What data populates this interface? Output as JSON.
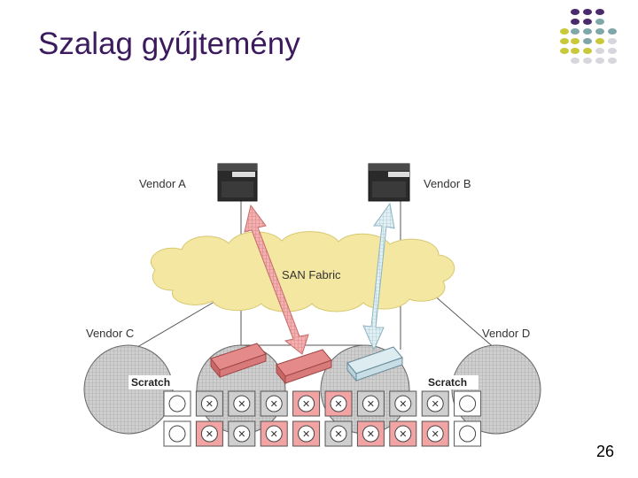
{
  "slide": {
    "title": "Szalag gyűjtemény",
    "page_number": "26"
  },
  "diagram": {
    "vendor_a": "Vendor A",
    "vendor_b": "Vendor B",
    "vendor_c": "Vendor C",
    "vendor_d": "Vendor D",
    "san_fabric": "SAN Fabric",
    "scratch_left": "Scratch",
    "scratch_right": "Scratch"
  },
  "colors": {
    "title": "#3b1a5e",
    "dot_purple": "#4a2a6a",
    "dot_teal": "#7fa7a8",
    "dot_yellow": "#c8c83a",
    "dot_grey": "#d6d6dc",
    "fabric": "#f3e7a2",
    "tape_pink": "#f2a4a4",
    "tape_blue": "#dcecf0"
  },
  "tape_rows": [
    [
      "white",
      "grey",
      "grey",
      "grey",
      "pink",
      "pink",
      "grey",
      "grey",
      "grey",
      "white"
    ],
    [
      "white",
      "pink",
      "grey",
      "pink",
      "pink",
      "grey",
      "pink",
      "pink",
      "pink",
      "white"
    ]
  ]
}
